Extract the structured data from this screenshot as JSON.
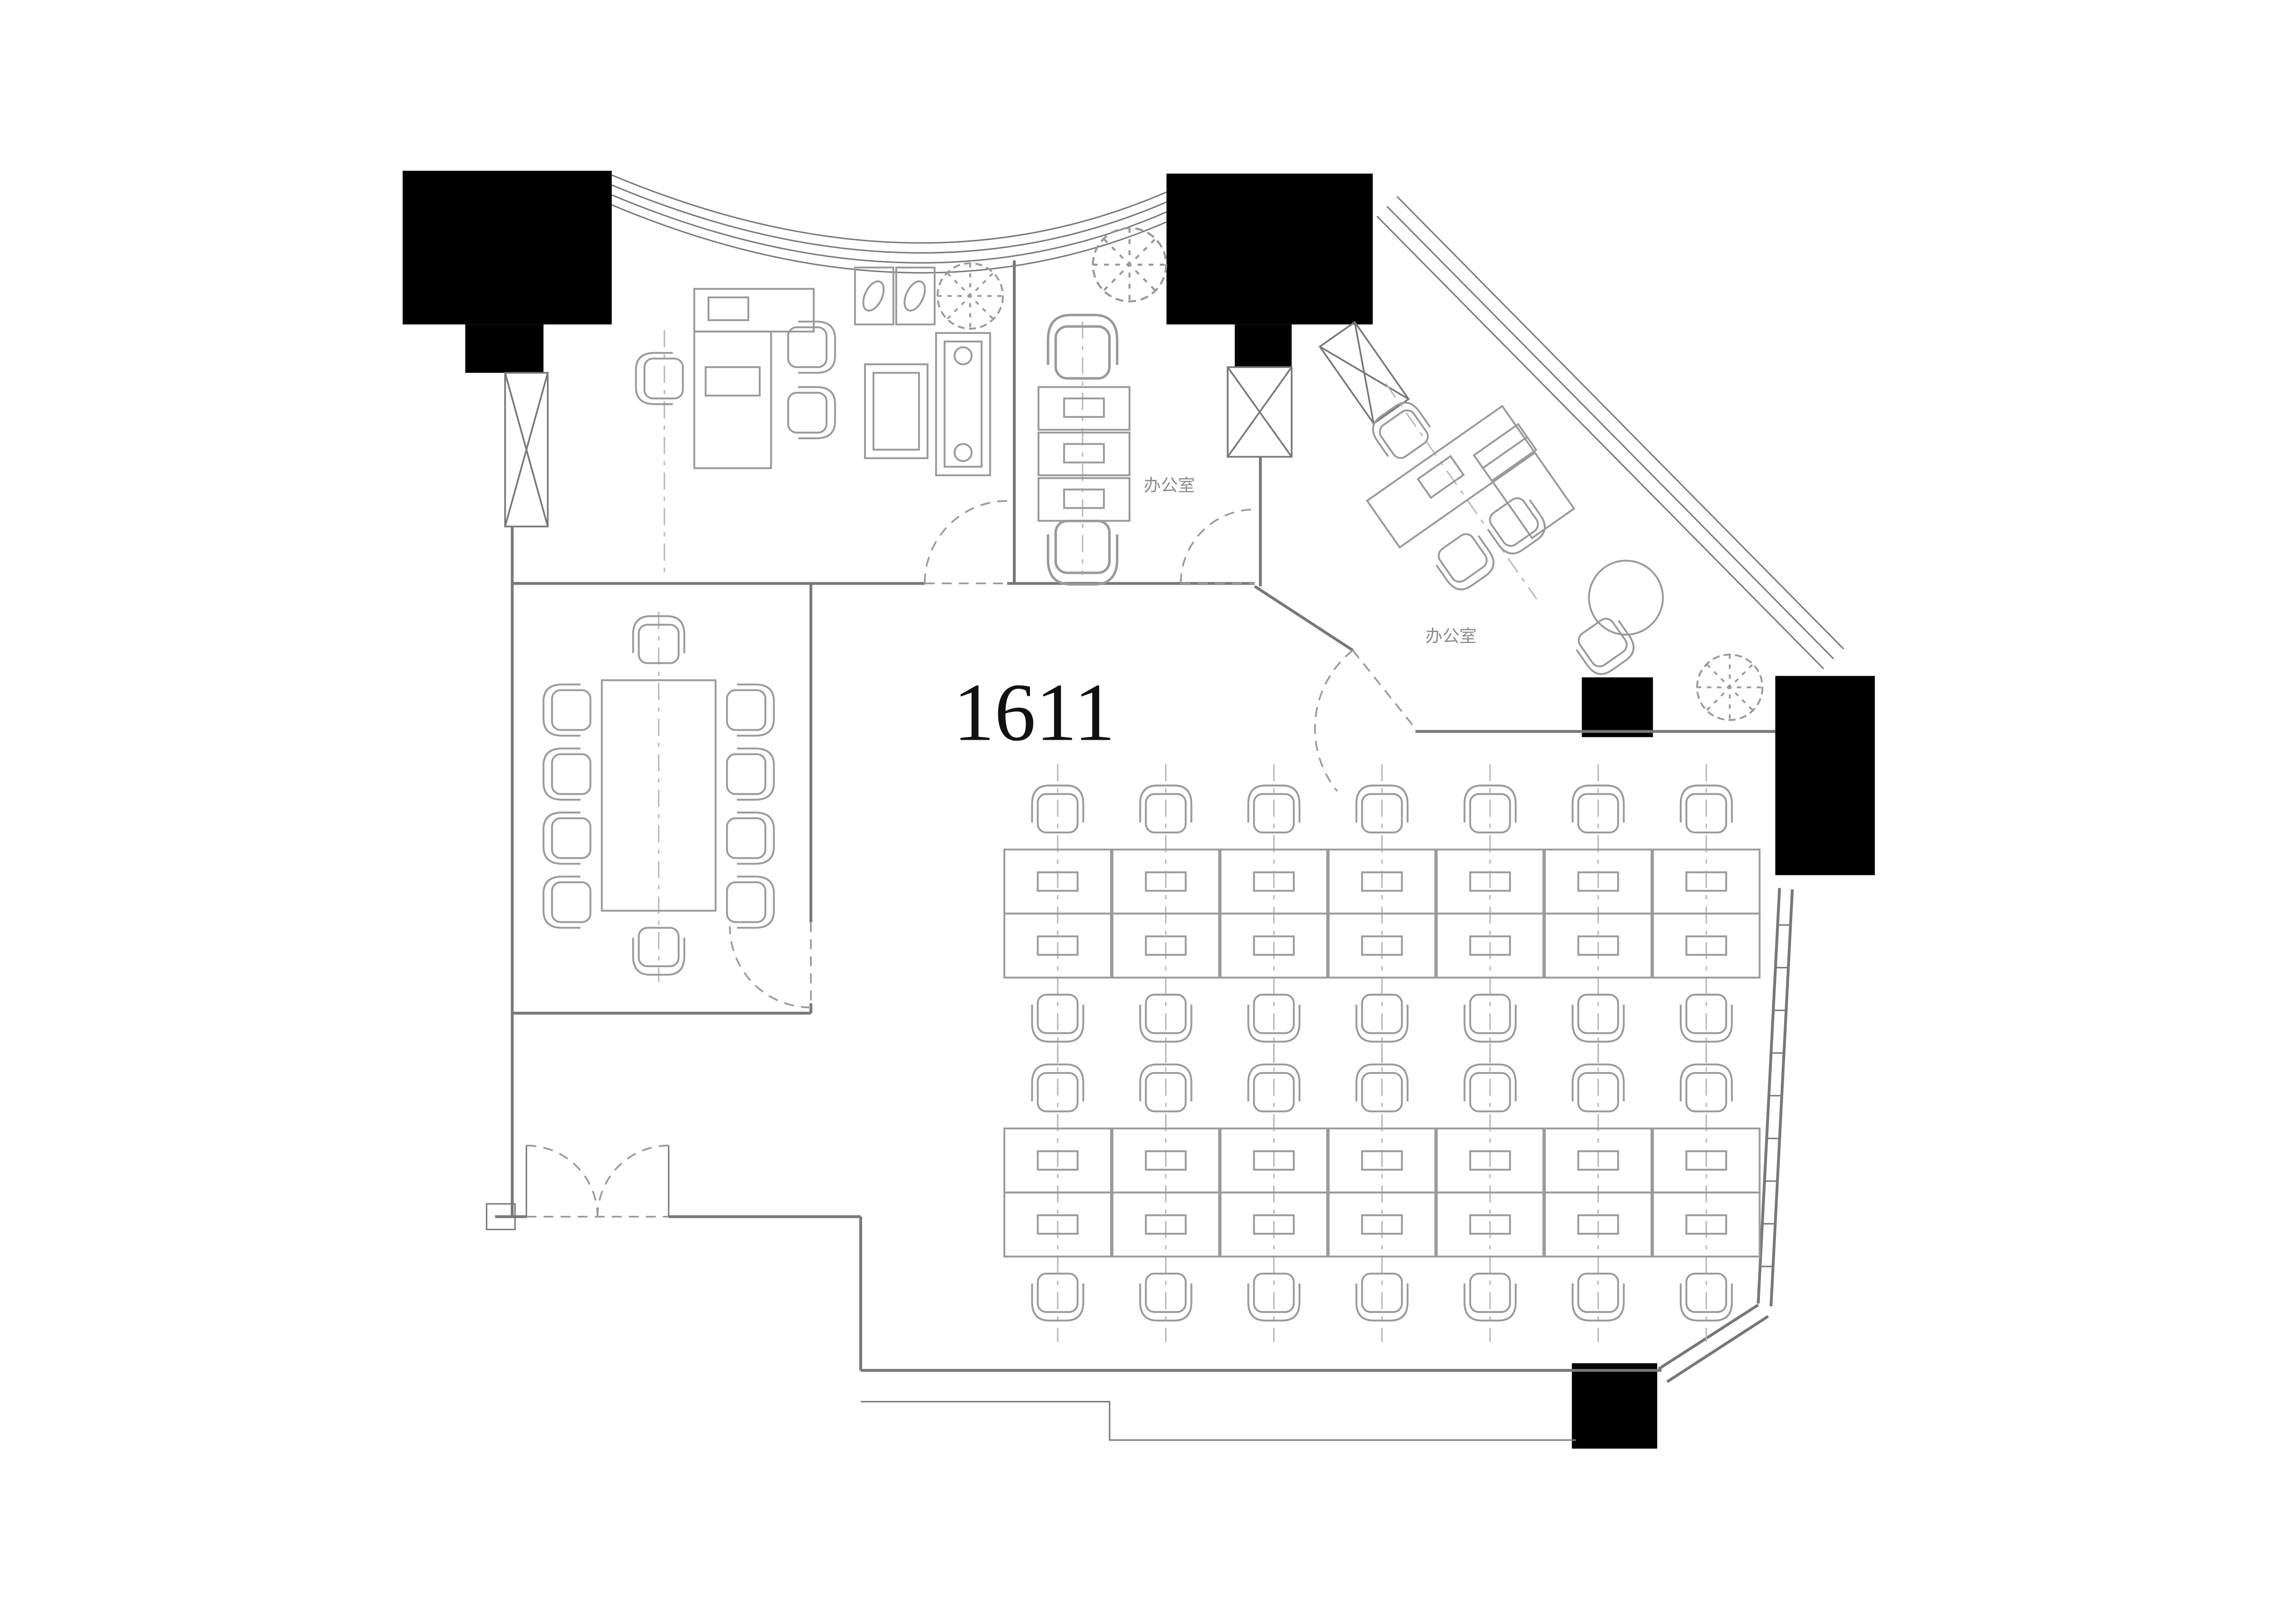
{
  "drawing": {
    "unit_label": "1611",
    "room_labels": [
      {
        "id": "office-middle",
        "text": "办公室"
      },
      {
        "id": "office-angled",
        "text": "办公室"
      }
    ],
    "colors": {
      "wall": "#787878",
      "furniture": "#9a9a9a",
      "centerline": "#b8b8b8",
      "column": "#000000",
      "unit_text": "#111111",
      "label_text": "#8c8c8c",
      "background": "#ffffff"
    }
  },
  "plan": {
    "open_office": {
      "desk_columns": 7,
      "desk_rows_per_block": 2,
      "blocks": 2,
      "chairs_per_column": 2
    },
    "conference_room": {
      "table_seats": 10
    },
    "structural_columns": 5,
    "trees": 3
  }
}
